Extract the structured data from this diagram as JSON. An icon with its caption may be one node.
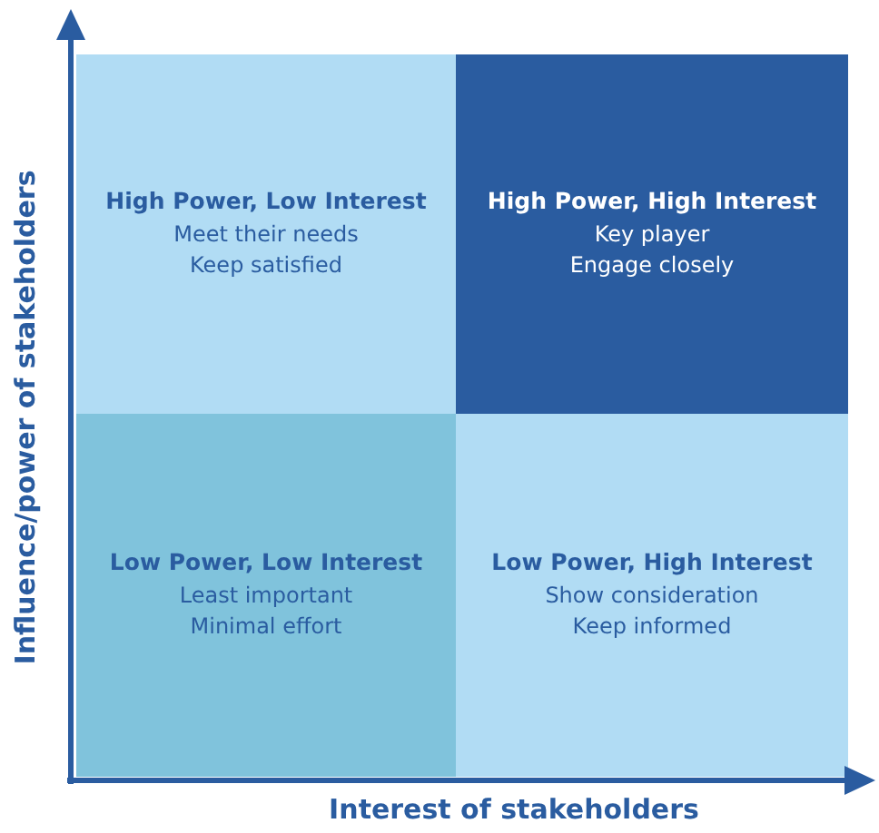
{
  "diagram": {
    "nodes": [
      {
        "text": [
          "High Power, Low Interest",
          "Meet their needs",
          "Keep satisfied"
        ]
      },
      {
        "text": [
          "High Power, High Interest",
          "Key player",
          "Engage closely"
        ]
      },
      {
        "text": [
          "Low Power, Low Interest",
          "Least important",
          "Minimal effort"
        ]
      },
      {
        "text": [
          "Low Power, High Interest",
          "Show consideration",
          "Keep informed"
        ]
      }
    ],
    "labels": [
      "Influence/power of stakeholders",
      "Interest of stakeholders"
    ]
  }
}
